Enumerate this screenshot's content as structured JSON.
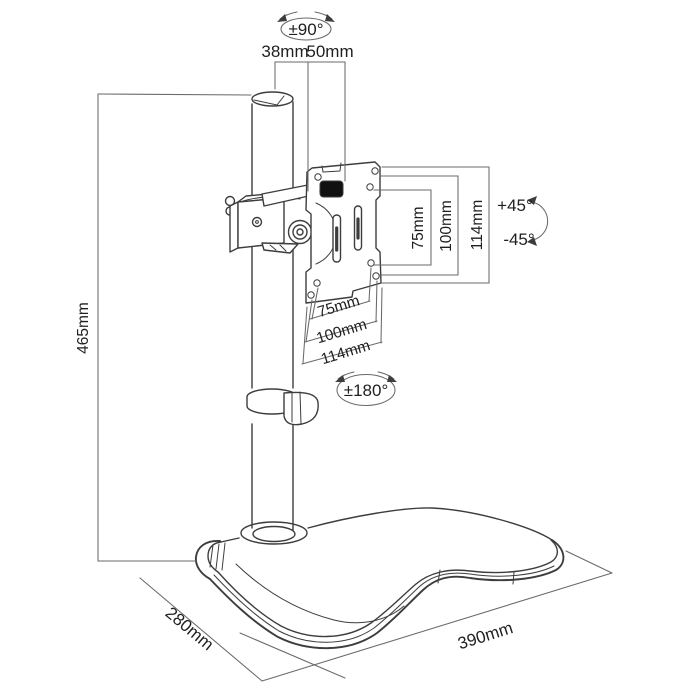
{
  "diagram": {
    "subject": "monitor-stand-dimension-drawing",
    "colors": {
      "background": "#ffffff",
      "line": "#3d3d3d",
      "dimension": "#6a6a6a",
      "label": "#1f1f1f",
      "screw": "#111111"
    },
    "annotations": {
      "swivel_top": "±90°",
      "dim_pole_offset": "38mm",
      "dim_plate_offset": "50mm",
      "dim_height": "465mm",
      "vesa_side": [
        "75mm",
        "100mm",
        "114mm"
      ],
      "vesa_bottom": [
        "75mm",
        "100mm",
        "114mm"
      ],
      "tilt_up": "+45°",
      "tilt_down": "-45°",
      "swivel_plate": "±180°",
      "dim_base_depth": "280mm",
      "dim_base_width": "390mm"
    }
  }
}
